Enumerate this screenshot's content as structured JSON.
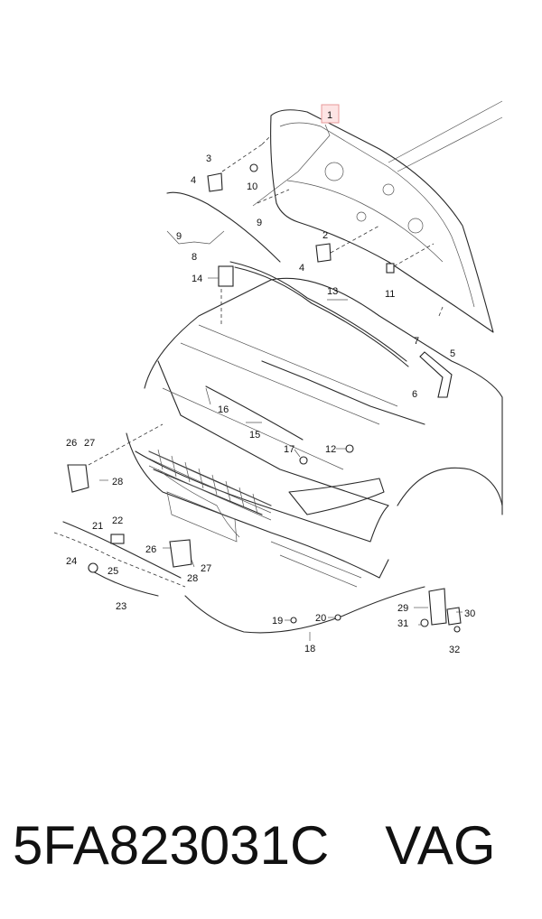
{
  "callouts": [
    "1",
    "2",
    "3",
    "4",
    "5",
    "6",
    "7",
    "8",
    "9",
    "10",
    "11",
    "12",
    "13",
    "14",
    "15",
    "16",
    "17",
    "18",
    "19",
    "20",
    "21",
    "22",
    "23",
    "24",
    "25",
    "26",
    "27",
    "28",
    "29",
    "30",
    "31",
    "32"
  ],
  "extra_labels": {
    "label_4b": "4",
    "label_9b": "9",
    "label_26b": "26",
    "label_27b": "27",
    "label_28b": "28"
  },
  "footer": {
    "part_number": "5FA823031C",
    "brand": "VAG"
  }
}
